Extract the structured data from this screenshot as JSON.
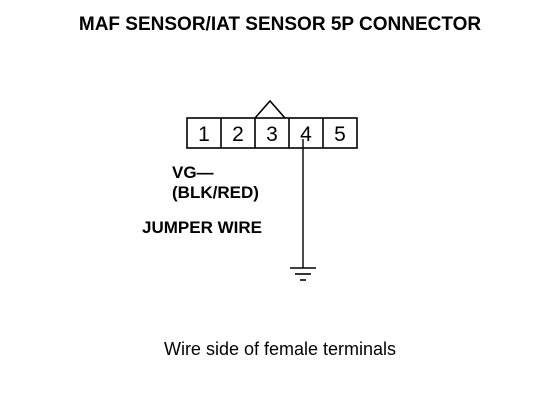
{
  "title": "MAF SENSOR/IAT SENSOR 5P CONNECTOR",
  "connector": {
    "pins": [
      "1",
      "2",
      "3",
      "4",
      "5"
    ],
    "wired_pin": "4",
    "key_pin": "3"
  },
  "labels": {
    "signal": "VG—",
    "wire_color": "(BLK/RED)",
    "jumper": "JUMPER WIRE"
  },
  "caption": "Wire side of female terminals",
  "colors": {
    "line": "#000000",
    "background": "#ffffff"
  }
}
